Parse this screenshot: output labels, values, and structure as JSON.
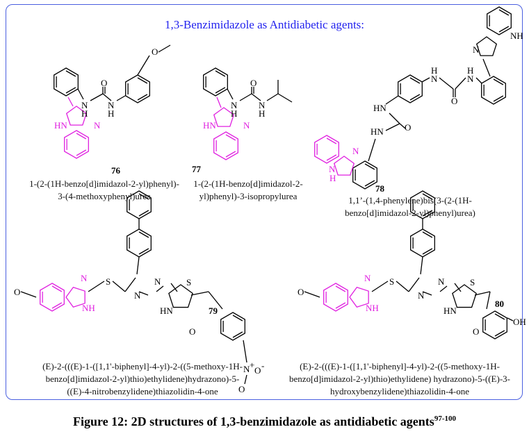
{
  "title": "1,3-Benzimidazole as Antidiabetic agents:",
  "colors": {
    "frame": "#4a5fe0",
    "title": "#2222ee",
    "benzimidazole": "#e020e0",
    "bond": "#000000"
  },
  "labels": {
    "N": "N",
    "NH": "NH",
    "HN": "HN",
    "H": "H",
    "O": "O",
    "S": "S",
    "OH": "OH",
    "Nplus": "N",
    "Ominus": "O",
    "plus": "+",
    "minus": "-"
  },
  "compounds": [
    {
      "number": "76",
      "name_lines": [
        "1-(2-(1H-benzo[d]imidazol-2-yl)phenyl)-",
        "3-(4-methoxyphenyl)urea"
      ]
    },
    {
      "number": "77",
      "name_lines": [
        "1-(2-(1H-benzo[d]imidazol-2-",
        "yl)phenyl)-3-isopropylurea"
      ]
    },
    {
      "number": "78",
      "name_lines": [
        "1,1’-(1,4-phenylene)bis(3-(2-(1H-",
        "benzo[d]imidazol-2-yl)phenyl)urea)"
      ]
    },
    {
      "number": "79",
      "name_lines": [
        "(E)-2-(((E)-1-([1,1'-biphenyl]-4-yl)-2-((5-methoxy-1H-",
        "benzo[d]imidazol-2-yl)thio)ethylidene)hydrazono)-5-",
        "((E)-4-nitrobenzylidene)thiazolidin-4-one"
      ]
    },
    {
      "number": "80",
      "name_lines": [
        "(E)-2-(((E)-1-([1,1'-biphenyl]-4-yl)-2-((5-methoxy-1H-",
        "benzo[d]imidazol-2-yl)thio)ethylidene) hydrazono)-5-((E)-3-",
        "hydroxybenzylidene)thiazolidin-4-one"
      ]
    }
  ],
  "caption": {
    "text": "Figure 12: 2D structures of 1,3-benzimidazole as antidiabetic agents",
    "refs": "97-100"
  }
}
